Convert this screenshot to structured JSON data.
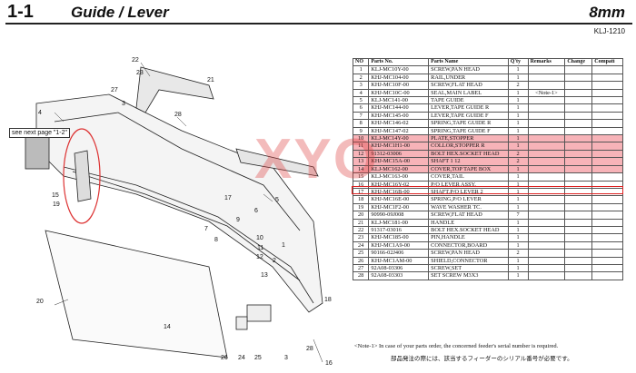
{
  "header": {
    "section_number": "1-1",
    "section_title": "Guide / Lever",
    "size": "8mm",
    "model": "KLJ-1210"
  },
  "diagram": {
    "see_next_page": "see next page \"1-2\"",
    "callouts": [
      "22",
      "23",
      "21",
      "27",
      "3",
      "28",
      "4",
      "5",
      "6",
      "7",
      "8",
      "9",
      "15",
      "19",
      "17",
      "10",
      "11",
      "12",
      "13",
      "1",
      "2",
      "18",
      "14",
      "20",
      "16",
      "26",
      "24",
      "25",
      "3",
      "28"
    ]
  },
  "table": {
    "headers": [
      "NO",
      "Parts No.",
      "Parts Name",
      "Q'ty",
      "Remarks",
      "Change",
      "Compati"
    ],
    "rows": [
      [
        "1",
        "KLJ-MC10Y-00",
        "SCREW,PAN HEAD",
        "1",
        "",
        "",
        ""
      ],
      [
        "2",
        "KHJ-MC104-00",
        "RAIL,UNDER",
        "1",
        "",
        "",
        ""
      ],
      [
        "3",
        "KHJ-MC10F-00",
        "SCREW,FLAT HEAD",
        "2",
        "",
        "",
        ""
      ],
      [
        "4",
        "KHJ-MC10C-00",
        "SEAL,MAIN LABEL",
        "1",
        "<Note-1>",
        "",
        ""
      ],
      [
        "5",
        "KLJ-MC141-00",
        "TAPE GUIDE",
        "1",
        "",
        "",
        ""
      ],
      [
        "6",
        "KHJ-MC144-00",
        "LEVER,TAPE GUIDE R",
        "1",
        "",
        "",
        ""
      ],
      [
        "7",
        "KHJ-MC145-00",
        "LEVER,TAPE GUIDE F",
        "1",
        "",
        "",
        ""
      ],
      [
        "8",
        "KHJ-MC146-02",
        "SPRING,TAPE GUIDE R",
        "1",
        "",
        "",
        ""
      ],
      [
        "9",
        "KHJ-MC147-02",
        "SPRING,TAPE GUIDE F",
        "1",
        "",
        "",
        ""
      ],
      [
        "10",
        "KLJ-MC14Y-00",
        "PLATE,STOPPER",
        "1",
        "",
        "",
        ""
      ],
      [
        "11",
        "KHJ-MC1H1-00",
        "COLLOR,STOPPER R",
        "1",
        "",
        "",
        ""
      ],
      [
        "12",
        "91312-03006",
        "BOLT HEX.SOCKET HEAD",
        "2",
        "",
        "",
        ""
      ],
      [
        "13",
        "KHJ-MC15A-00",
        "SHAFT 1 12",
        "2",
        "",
        "",
        ""
      ],
      [
        "14",
        "KLJ-MC162-00",
        "COVER,TOP TAPE BOX",
        "1",
        "",
        "",
        ""
      ],
      [
        "15",
        "KLJ-MC163-00",
        "COVER,TAIL",
        "1",
        "",
        "",
        ""
      ],
      [
        "16",
        "KHJ-MC16Y-02",
        "P/O LEVER ASSY.",
        "1",
        "",
        "",
        ""
      ],
      [
        "17",
        "KHJ-MC16B-00",
        "SHAFT,P/O LEVER 2",
        "1",
        "",
        "",
        ""
      ],
      [
        "18",
        "KHJ-MC16E-00",
        "SPRING,P/O LEVER",
        "1",
        "",
        "",
        ""
      ],
      [
        "19",
        "KHJ-MC1F2-00",
        "WAVE WASHER TC.",
        "1",
        "",
        "",
        ""
      ],
      [
        "20",
        "90990-09J008",
        "SCREW,FLAT HEAD",
        "7",
        "",
        "",
        ""
      ],
      [
        "21",
        "KLJ-MC181-00",
        "HANDLE",
        "1",
        "",
        "",
        ""
      ],
      [
        "22",
        "91317-03016",
        "BOLT HEX.SOCKET HEAD",
        "1",
        "",
        "",
        ""
      ],
      [
        "23",
        "KHJ-MC185-00",
        "PIN,HANDLE",
        "1",
        "",
        "",
        ""
      ],
      [
        "24",
        "KHJ-MC1A9-00",
        "CONNECTOR,BOARD",
        "1",
        "",
        "",
        ""
      ],
      [
        "25",
        "90166-02J406",
        "SCREW,PAN HEAD",
        "2",
        "",
        "",
        ""
      ],
      [
        "26",
        "KHJ-MC1AM-00",
        "SHIELD,CONNECTOR",
        "1",
        "",
        "",
        ""
      ],
      [
        "27",
        "92A08-03306",
        "SCREW,SET",
        "1",
        "",
        "",
        ""
      ],
      [
        "28",
        "92A08-03303",
        "SET SCREW M3X3",
        "1",
        "",
        "",
        ""
      ]
    ]
  },
  "notes": {
    "note_en": "<Note-1>  In case of your parts order, the concerned feeder's serial number is required.",
    "note_jp": "部品発注の際には、該当するフィーダーのシリアル番号が必要です。"
  },
  "watermark": "XYO"
}
